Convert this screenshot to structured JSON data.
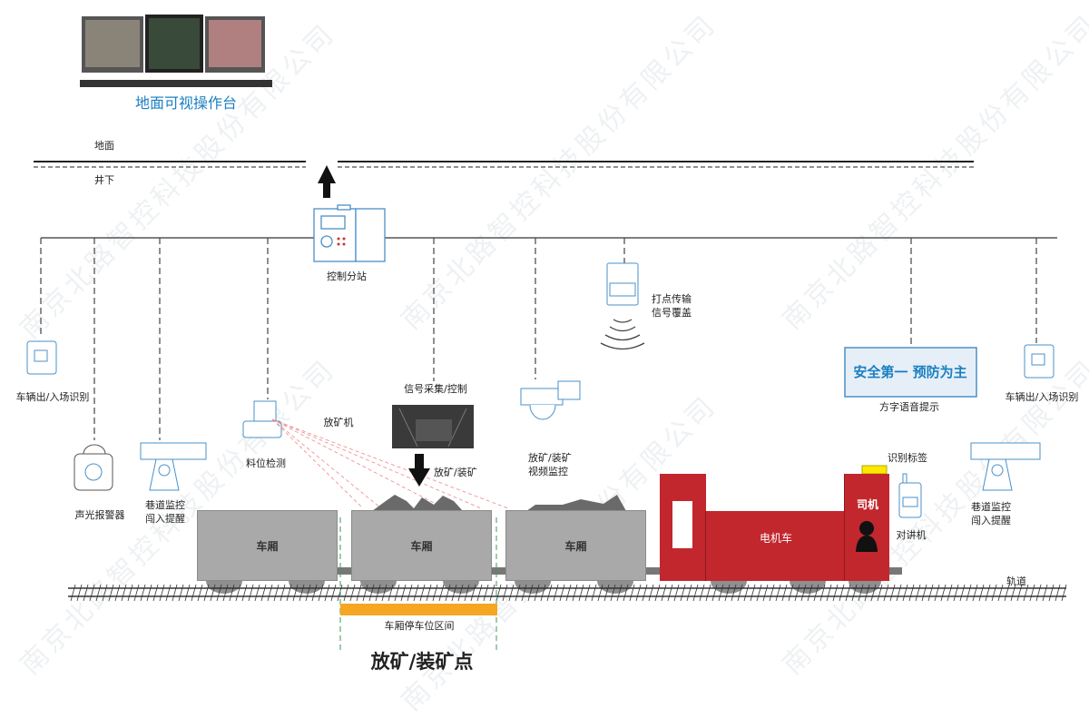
{
  "watermark": "南京北路智控科技股份有限公司",
  "surface_console": {
    "label": "地面可视操作台"
  },
  "levels": {
    "surface": "地面",
    "underground": "井下"
  },
  "control_station": "控制分站",
  "devices": {
    "vehicle_id_left": "车辆出/入场识别",
    "vehicle_id_right": "车辆出/入场识别",
    "alarm": "声光报警器",
    "tunnel_monitor_left": "巷道监控\n闯入提醒",
    "tunnel_monitor_right": "巷道监控\n闯入提醒",
    "level_detect": "料位检测",
    "chute": "放矿机",
    "signal_ctrl": "信号采集/控制",
    "loading": "放矿/装矿",
    "video": "放矿/装矿\n视频监控",
    "wireless": "打点传输\n信号覆盖",
    "led_sign_text": "安全第一 预防为主",
    "led_sign": "方字语音提示",
    "id_tag": "识别标签",
    "radio": "对讲机",
    "driver": "司机"
  },
  "train": {
    "carts": [
      "车厢",
      "车厢",
      "车厢"
    ],
    "locomotive": "电机车"
  },
  "track": "轨道",
  "parking_zone": "车厢停车位区间",
  "loading_point": "放矿/装矿点",
  "colors": {
    "blue": "#1a7fc1",
    "red": "#c1272d",
    "orange": "#f5a623",
    "grey": "#a9a9a9"
  }
}
